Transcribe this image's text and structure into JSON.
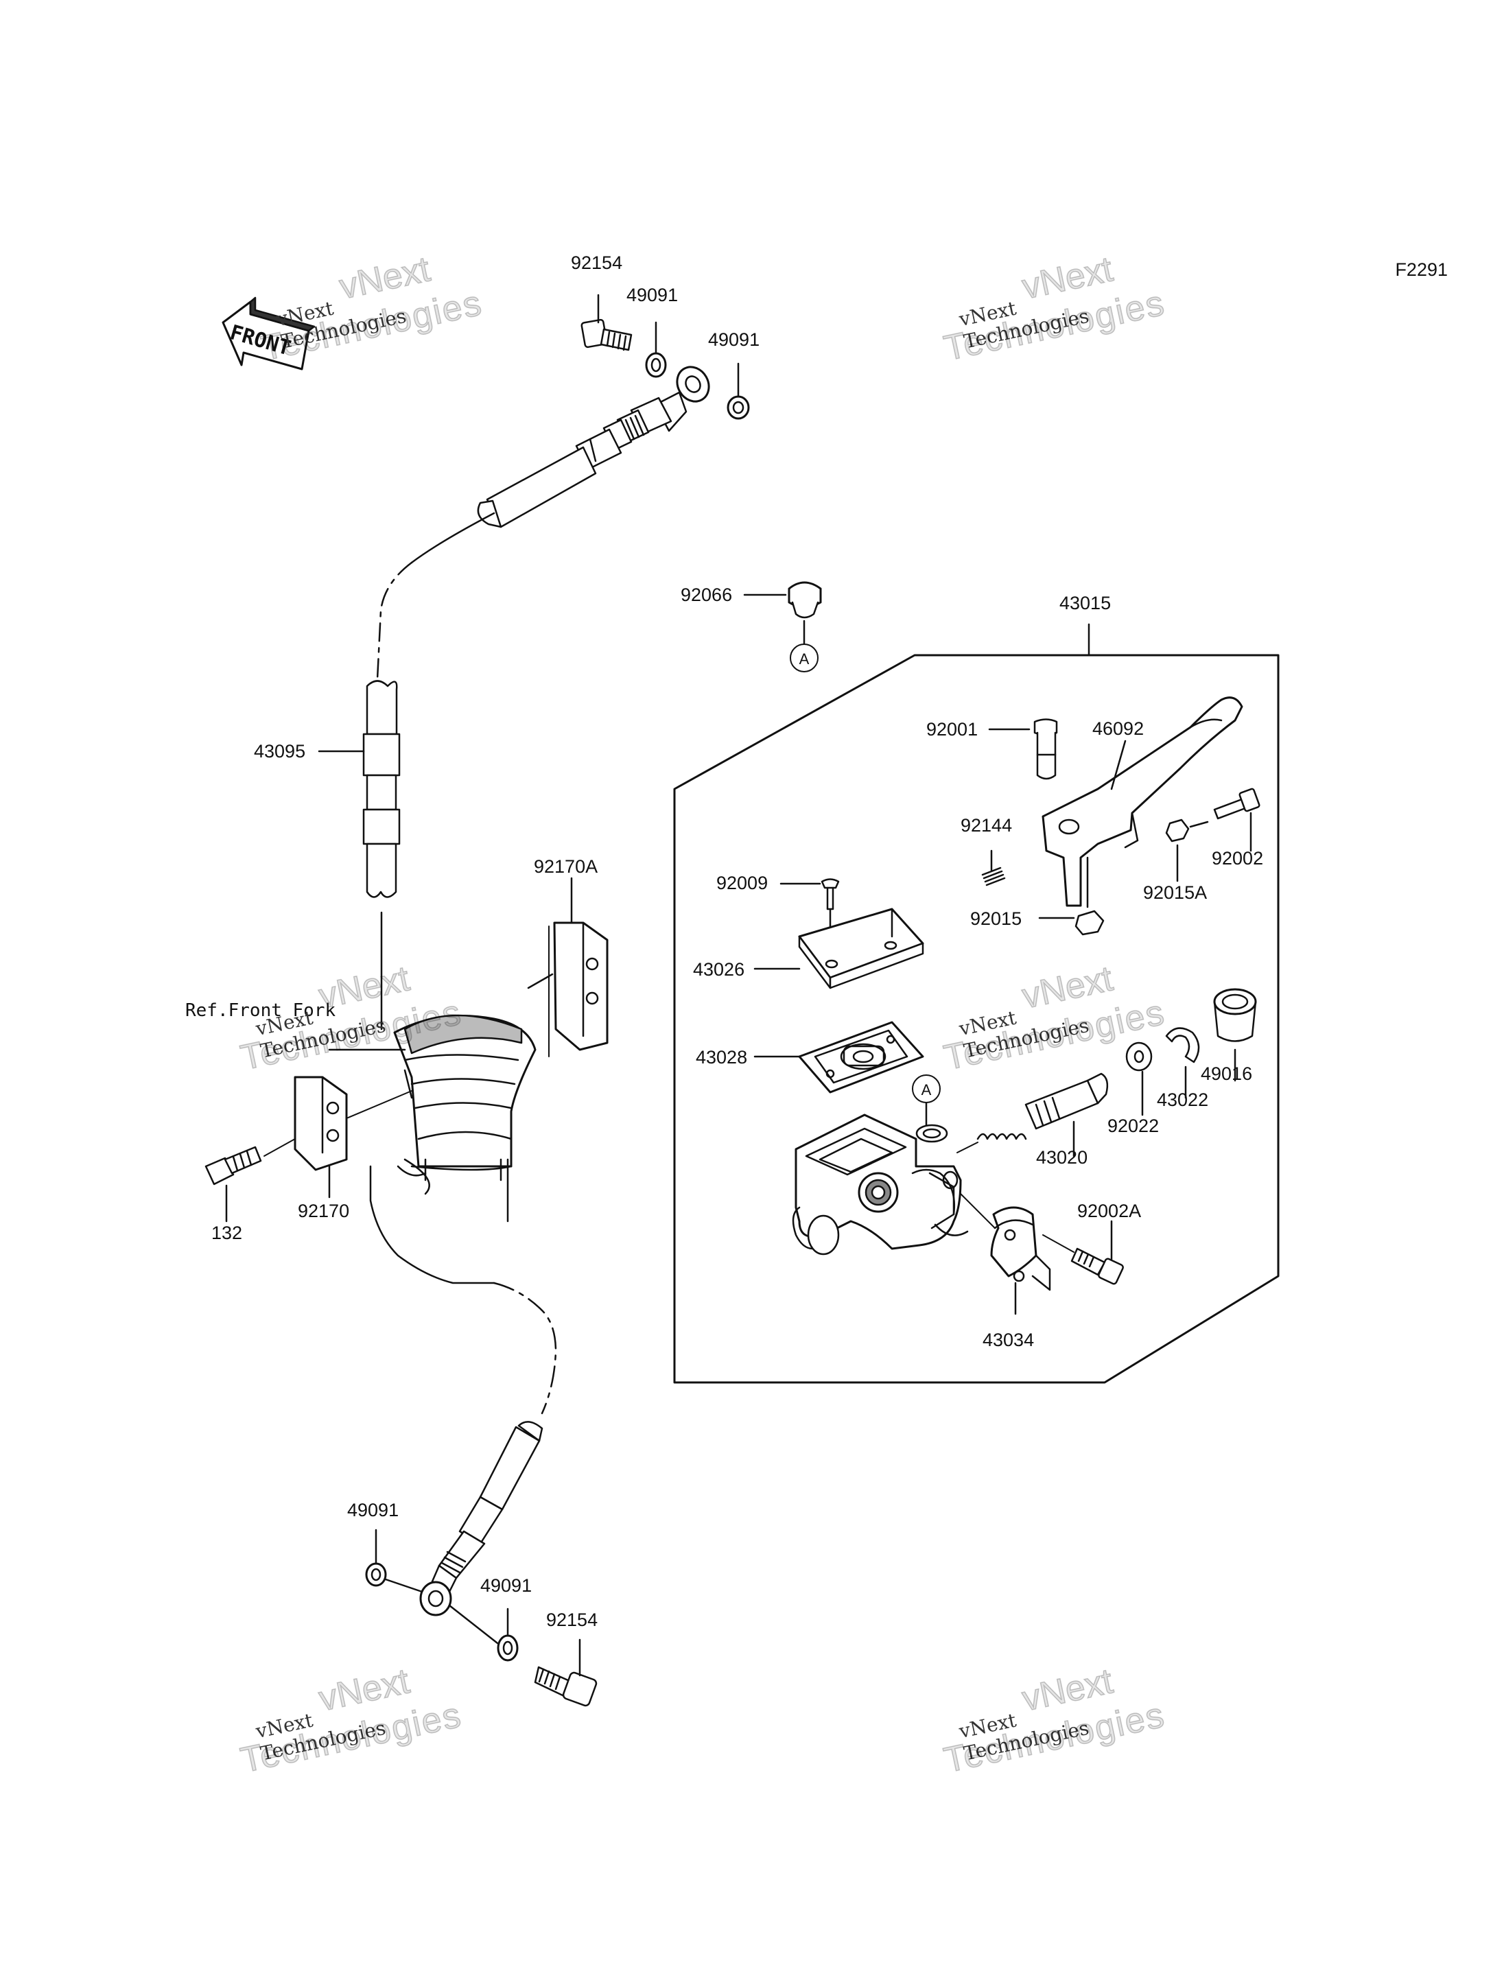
{
  "diagram_code": "F2291",
  "front_label": "FRONT",
  "circle_marker": "A",
  "ref_label": "Ref.Front Fork",
  "watermark": {
    "line1": "vNext",
    "line2": "Technologies",
    "full": "vNext Technologies"
  },
  "parts": {
    "p92154_top": "92154",
    "p49091_a": "49091",
    "p49091_b": "49091",
    "p43095": "43095",
    "p92170A": "92170A",
    "p92170": "92170",
    "p132": "132",
    "p49091_c": "49091",
    "p49091_d": "49091",
    "p92154_bot": "92154",
    "p92066": "92066",
    "p43015": "43015",
    "p92001": "92001",
    "p46092": "46092",
    "p92144": "92144",
    "p92002": "92002",
    "p92015A": "92015A",
    "p92009": "92009",
    "p92015": "92015",
    "p43026": "43026",
    "p43028": "43028",
    "p49016": "49016",
    "p43022": "43022",
    "p92022": "92022",
    "p43020": "43020",
    "p92002A": "92002A",
    "p43034": "43034"
  }
}
